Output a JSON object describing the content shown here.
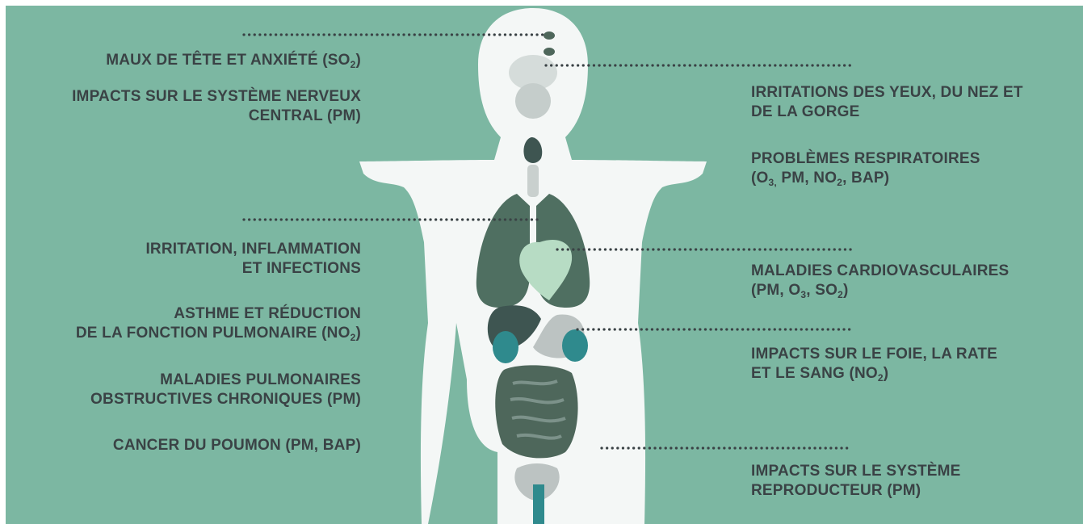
{
  "labels": {
    "headache": "MAUX DE TÊTE ET ANXIÉTÉ (SO",
    "headache_sub": "2",
    "headache_end": ")",
    "cns_1": "IMPACTS SUR LE SYSTÈME NERVEUX",
    "cns_2": "CENTRAL (PM)",
    "irritation_1": "IRRITATION, INFLAMMATION",
    "irritation_2": "ET INFECTIONS",
    "asthma_1": "ASTHME ET RÉDUCTION",
    "asthma_2": "DE LA FONCTION PULMONAIRE (NO",
    "asthma_sub": "2",
    "asthma_end": ")",
    "copd_1": "MALADIES PULMONAIRES",
    "copd_2": "OBSTRUCTIVES CHRONIQUES (PM)",
    "cancer": "CANCER DU POUMON (PM, BaP)",
    "eyes_1": "IRRITATIONS DES YEUX, DU NEZ ET",
    "eyes_2": "DE LA GORGE",
    "resp_1": "PROBLÈMES RESPIRATOIRES",
    "resp_2a": "(O",
    "resp_2a_sub": "3,",
    "resp_2b": " PM, NO",
    "resp_2b_sub": "2",
    "resp_2c": ", BaP)",
    "cardio_1": "MALADIES CARDIOVASCULAIRES",
    "cardio_2a": "(PM, O",
    "cardio_2a_sub": "3",
    "cardio_2b": ",  SO",
    "cardio_2b_sub": "2",
    "cardio_2c": ")",
    "liver_1": "IMPACTS SUR LE FOIE, LA RATE",
    "liver_2a": "ET LE SANG (NO",
    "liver_2a_sub": "2",
    "liver_2b": ")",
    "repro_1": "IMPACTS SUR LE SYSTÈME",
    "repro_2": "REPRODUCTEUR (PM)"
  },
  "colors": {
    "background": "#7cb7a2",
    "body": "#f4f7f6",
    "text": "#3a4245",
    "lungs": "#4f6f61",
    "heart": "#b7dcc4",
    "kidneys": "#2f8a8d",
    "organs_light": "#bcc3c2",
    "intestines": "#4e675b"
  }
}
